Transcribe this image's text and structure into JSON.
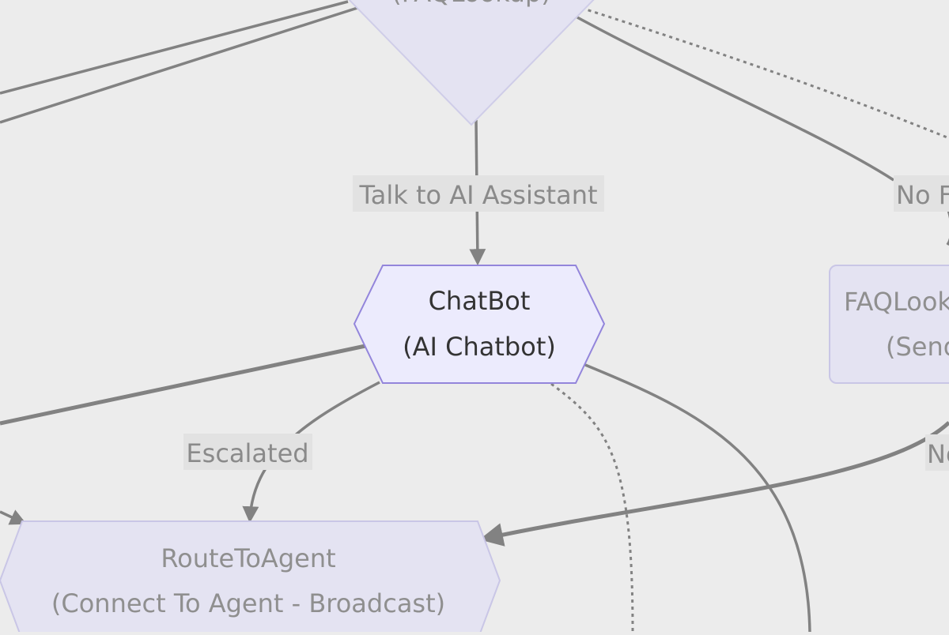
{
  "nodes": {
    "faq_decision": {
      "label_line2": "(FAQLookup)",
      "fill": "#e4e3f2",
      "stroke": "#cfcde8"
    },
    "chatbot": {
      "title": "ChatBot",
      "subtitle": "(AI Chatbot)",
      "fill": "#ecebfd",
      "stroke": "#9385db"
    },
    "faq_lookup": {
      "title": "FAQLook",
      "subtitle": "(Send",
      "fill": "#e4e3f2",
      "stroke": "#c9c6e6"
    },
    "route_to_agent": {
      "title": "RouteToAgent",
      "subtitle": "(Connect To Agent - Broadcast)",
      "fill": "#e4e3f2",
      "stroke": "#c9c6e6"
    }
  },
  "edges": {
    "talk_to_ai": {
      "label": "Talk to AI Assistant"
    },
    "escalated": {
      "label": "Escalated"
    },
    "no_right_top": {
      "label": "No F"
    },
    "no_right_bottom": {
      "label": "No"
    }
  },
  "colors": {
    "background": "#ececec",
    "edge": "#828282",
    "label_bg": "#e2e2e2",
    "label_text": "#8a8a8a"
  }
}
